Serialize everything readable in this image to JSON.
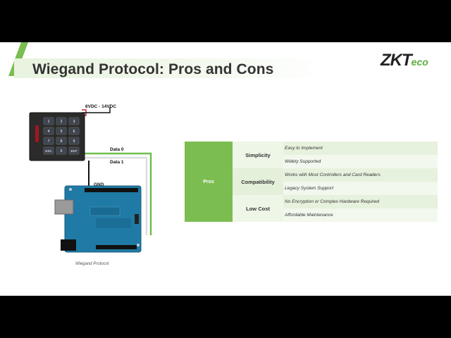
{
  "slide": {
    "title": "Wiegand Protocol: Pros and Cons",
    "logo": {
      "main": "ZKT",
      "suffix": "eco"
    },
    "accent_color": "#7bbd51"
  },
  "diagram": {
    "voltage_label": "6VDC - 14VDC",
    "data0_label": "Data 0",
    "data1_label": "Data 1",
    "gnd_label": "GND",
    "keypad_keys": [
      "1",
      "2",
      "3",
      "4",
      "5",
      "6",
      "7",
      "8",
      "9",
      "ESC",
      "0",
      "ENT"
    ],
    "caption": "Wiegand Protocol"
  },
  "table": {
    "group_label": "Pros",
    "categories": [
      {
        "name": "Simplicity",
        "items": [
          "Easy to Implement",
          "Widely Supported"
        ]
      },
      {
        "name": "Compatibility",
        "items": [
          "Works with Most Controllers and Card Readers",
          "Legacy System Support"
        ]
      },
      {
        "name": "Low Cost",
        "items": [
          "No Encryption or Complex Hardware Required",
          "Affordable Maintenance"
        ]
      }
    ]
  }
}
